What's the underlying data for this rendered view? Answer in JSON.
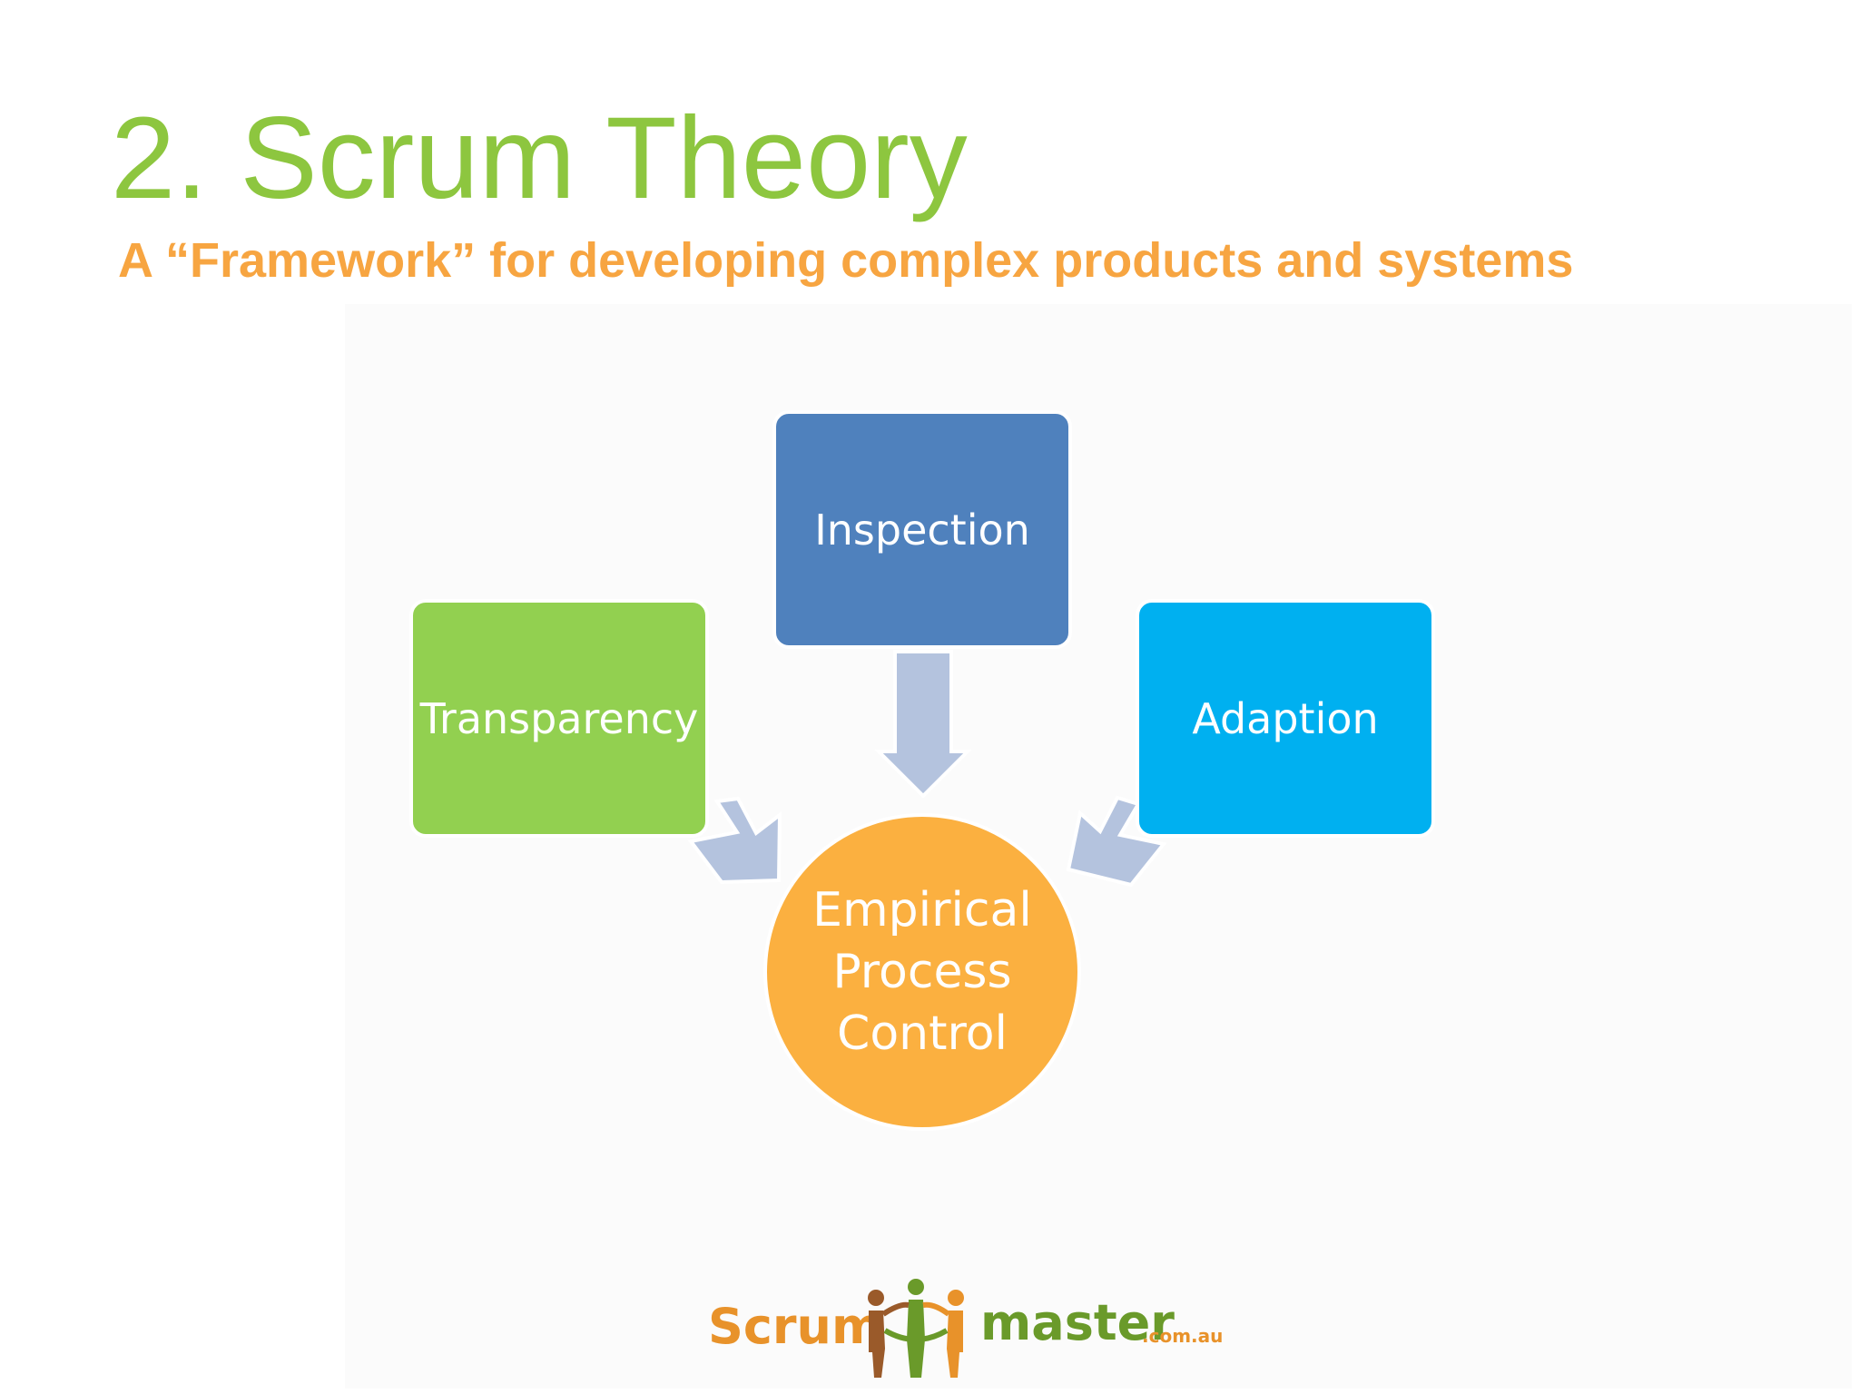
{
  "slide": {
    "title": "2. Scrum Theory",
    "subtitle": "A “Framework” for developing complex products and systems"
  },
  "diagram": {
    "nodes": [
      {
        "id": "transparency",
        "label": "Transparency",
        "color": "#92d050"
      },
      {
        "id": "inspection",
        "label": "Inspection",
        "color": "#4f81bd"
      },
      {
        "id": "adaption",
        "label": "Adaption",
        "color": "#00b0f0"
      },
      {
        "id": "center",
        "label": "Empirical Process Control",
        "color": "#fbb040"
      }
    ],
    "arrow_color": "#b4c3de",
    "edges": [
      {
        "from": "transparency",
        "to": "center"
      },
      {
        "from": "inspection",
        "to": "center"
      },
      {
        "from": "adaption",
        "to": "center"
      }
    ]
  },
  "logo": {
    "word1": "Scrum",
    "word2": "master",
    "suffix": ".com.au",
    "colors": {
      "orange": "#e8922a",
      "green": "#6a9a2a",
      "brown": "#9a5a2a"
    }
  },
  "colors": {
    "title": "#8dc63f",
    "subtitle": "#f7a541"
  }
}
